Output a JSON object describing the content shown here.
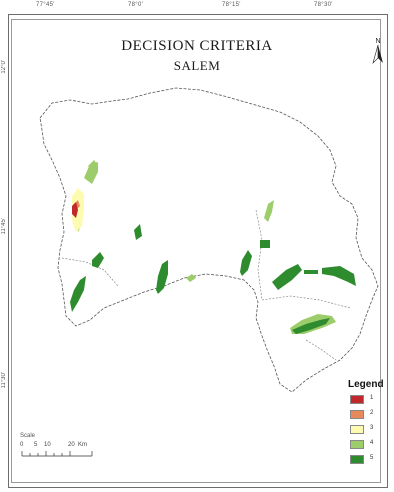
{
  "map": {
    "title": "DECISION CRITERIA",
    "subtitle": "SALEM",
    "top_ticks": [
      "77°45'",
      "78°0'",
      "78°15'",
      "78°30'"
    ],
    "left_ticks": [
      "12°0'",
      "11°45'",
      "11°30'"
    ],
    "north_label": "N",
    "legend": {
      "title": "Legend",
      "items": [
        {
          "label": "1",
          "color": "#c0282b"
        },
        {
          "label": "2",
          "color": "#e8895c"
        },
        {
          "label": "3",
          "color": "#fdfbb0"
        },
        {
          "label": "4",
          "color": "#9ccd6a"
        },
        {
          "label": "5",
          "color": "#2e8b2e"
        }
      ]
    },
    "scale": {
      "label": "Scale",
      "ticks": [
        "0",
        "5",
        "10",
        "20",
        "Km"
      ]
    }
  }
}
